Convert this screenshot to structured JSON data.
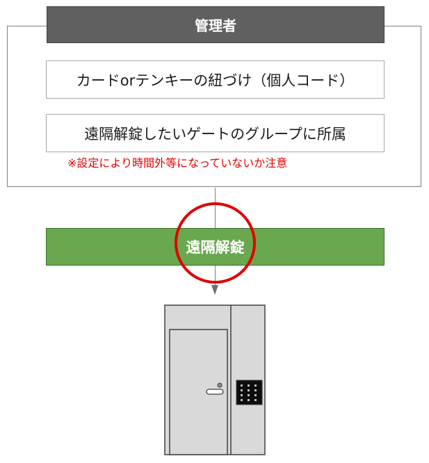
{
  "admin": {
    "title": "管理者",
    "tasks": [
      "カードorテンキーの紐づけ（個人コード）",
      "遠隔解錠したいゲートのグループに所属"
    ],
    "note": "※設定により時間外等になっていないか注意"
  },
  "action": {
    "label": "遠隔解錠"
  },
  "colors": {
    "admin_header": "#606060",
    "action_bar": "#6aa84f",
    "note_text": "#e00000",
    "highlight_circle": "#e00000"
  },
  "icons": {
    "door": "door-with-keypad-icon"
  }
}
